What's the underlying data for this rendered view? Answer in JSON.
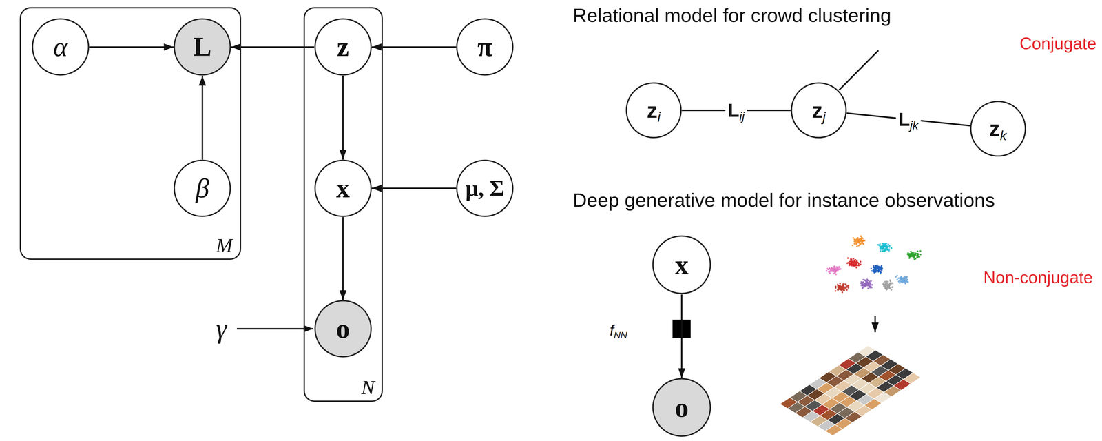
{
  "diagram": {
    "nodes": [
      {
        "text": [
          "M"
        ]
      },
      {
        "text": [
          "α"
        ],
        "in": 0
      },
      {
        "text": [
          "L"
        ],
        "in": 0
      },
      {
        "text": [
          "β"
        ],
        "in": 0
      },
      {
        "text": [
          "N"
        ]
      },
      {
        "text": [
          "z"
        ],
        "in": 4
      },
      {
        "text": [
          "x"
        ],
        "in": 4
      },
      {
        "text": [
          "o"
        ],
        "in": 4
      },
      {
        "text": [
          "π"
        ]
      },
      {
        "text": [
          "μ, Σ"
        ]
      },
      {
        "text": [
          "zi"
        ]
      },
      {
        "text": [
          "zj"
        ]
      },
      {
        "text": [
          "zk"
        ]
      },
      {
        "text": [
          "x"
        ]
      },
      {
        "text": [
          "o"
        ]
      }
    ],
    "edges": [
      {
        "from": 1,
        "to": 2,
        "arrow": "to"
      },
      {
        "from": 3,
        "to": 2,
        "arrow": "to"
      },
      {
        "from": 5,
        "to": 2,
        "arrow": "to"
      },
      {
        "from": 8,
        "to": 5,
        "arrow": "to"
      },
      {
        "from": 5,
        "to": 6,
        "arrow": "to"
      },
      {
        "from": 9,
        "to": 6,
        "arrow": "to"
      },
      {
        "from": 6,
        "to": 7,
        "arrow": "to"
      },
      {
        "from": 10,
        "to": 11,
        "label": "Lij",
        "arrow": "none"
      },
      {
        "from": 11,
        "to": 12,
        "label": "Ljk",
        "arrow": "none"
      },
      {
        "from": 13,
        "to": 14,
        "arrow": "to"
      }
    ],
    "labels": [
      "γ",
      "Relational model for crowd clustering",
      "Conjugate",
      "Deep generative model for instance observations",
      "fNN",
      "Non-conjugate"
    ]
  }
}
